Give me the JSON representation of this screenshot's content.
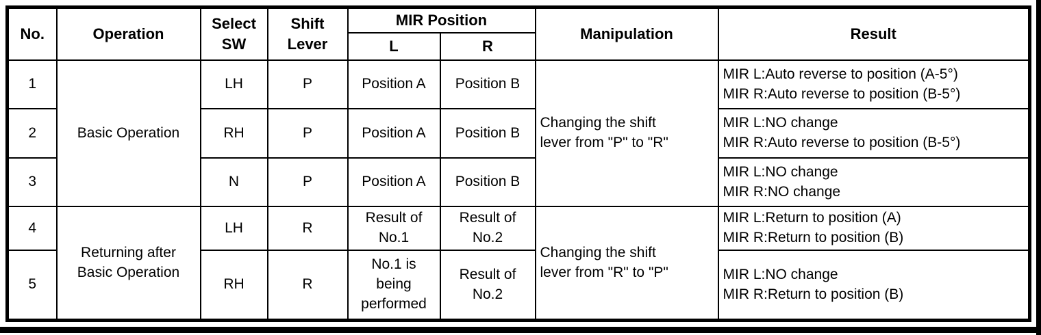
{
  "table": {
    "headers": {
      "no": "No.",
      "operation": "Operation",
      "select_sw": "Select\nSW",
      "shift_lever": "Shift\nLever",
      "mir_position": "MIR Position",
      "mir_l": "L",
      "mir_r": "R",
      "manipulation": "Manipulation",
      "result": "Result"
    },
    "groups": [
      {
        "operation": "Basic Operation",
        "manipulation": "Changing the shift\nlever from \"P\" to \"R\""
      },
      {
        "operation": "Returning after\nBasic Operation",
        "manipulation": "Changing the shift\nlever from \"R\" to \"P\""
      }
    ],
    "rows": [
      {
        "no": "1",
        "select_sw": "LH",
        "shift_lever": "P",
        "mir_l": "Position A",
        "mir_r": "Position B",
        "result": "MIR L:Auto reverse to position (A-5°)\nMIR R:Auto reverse to position (B-5°)"
      },
      {
        "no": "2",
        "select_sw": "RH",
        "shift_lever": "P",
        "mir_l": "Position A",
        "mir_r": "Position B",
        "result": "MIR L:NO change\nMIR R:Auto reverse to position (B-5°)"
      },
      {
        "no": "3",
        "select_sw": "N",
        "shift_lever": "P",
        "mir_l": "Position A",
        "mir_r": "Position B",
        "result": "MIR L:NO change\nMIR R:NO change"
      },
      {
        "no": "4",
        "select_sw": "LH",
        "shift_lever": "R",
        "mir_l": "Result of\nNo.1",
        "mir_r": "Result of\nNo.2",
        "result": "MIR L:Return to position (A)\nMIR R:Return to position (B)"
      },
      {
        "no": "5",
        "select_sw": "RH",
        "shift_lever": "R",
        "mir_l": "No.1 is\nbeing\nperformed",
        "mir_r": "Result of\nNo.2",
        "result": "MIR L:NO change\nMIR R:Return to position (B)"
      }
    ],
    "colors": {
      "border": "#000000",
      "background": "#ffffff",
      "text": "#000000"
    }
  }
}
